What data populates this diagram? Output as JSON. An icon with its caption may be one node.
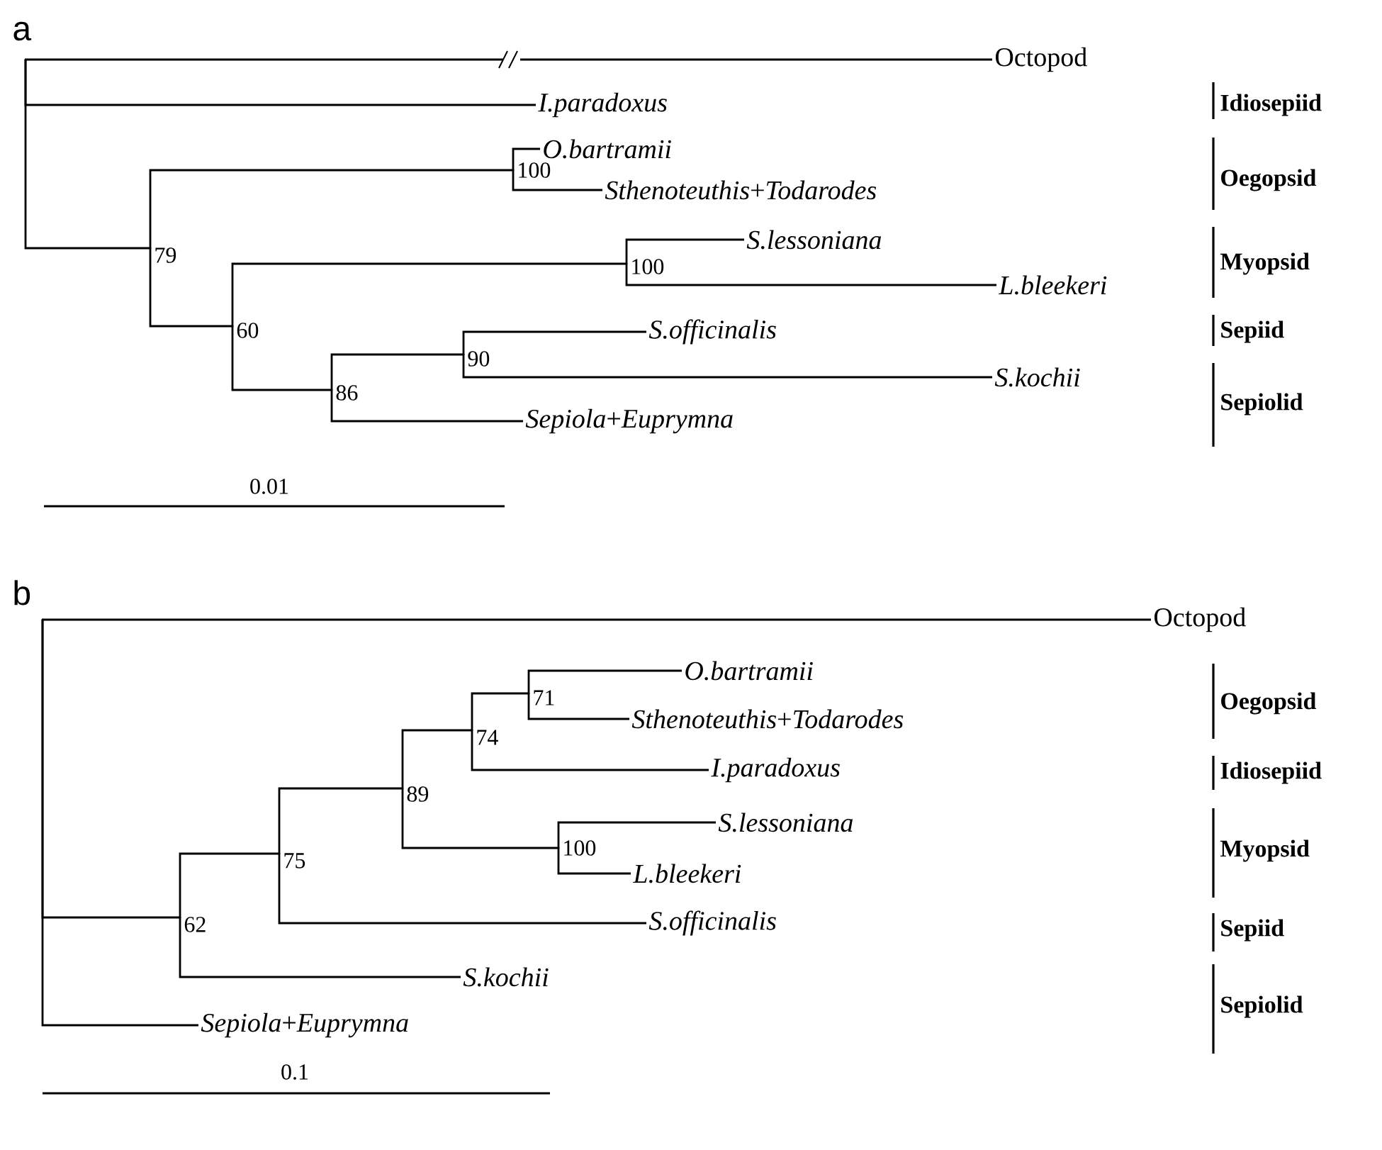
{
  "diagram": {
    "nodes": [
      {
        "text": [],
        "shape": "point"
      },
      {
        "text": [
          "Octopod"
        ]
      },
      {
        "text": [
          "I.paradoxus"
        ]
      },
      {
        "text": [],
        "shape": "point",
        "beside": [
          "79"
        ]
      },
      {
        "text": [],
        "shape": "point",
        "beside": [
          "100"
        ]
      },
      {
        "text": [
          "O.bartramii"
        ]
      },
      {
        "text": [
          "*Sthenoteuthis*+*Todarodes*"
        ]
      },
      {
        "text": [],
        "shape": "point",
        "beside": [
          "60"
        ]
      },
      {
        "text": [],
        "shape": "point",
        "beside": [
          "100"
        ]
      },
      {
        "text": [
          "S.lessoniana"
        ]
      },
      {
        "text": [
          "L.bleekeri"
        ]
      },
      {
        "text": [],
        "shape": "point",
        "beside": [
          "86"
        ]
      },
      {
        "text": [],
        "shape": "point",
        "beside": [
          "90"
        ]
      },
      {
        "text": [
          "S.officinalis"
        ]
      },
      {
        "text": [
          "S.kochii"
        ]
      },
      {
        "text": [
          "*Sepiola*+*Euprymna*"
        ]
      },
      {
        "text": [],
        "shape": "point"
      },
      {
        "text": [
          "Octopod"
        ]
      },
      {
        "text": [],
        "shape": "point",
        "beside": [
          "62"
        ]
      },
      {
        "text": [],
        "shape": "point",
        "beside": [
          "75"
        ]
      },
      {
        "text": [],
        "shape": "point",
        "beside": [
          "89"
        ]
      },
      {
        "text": [],
        "shape": "point",
        "beside": [
          "74"
        ]
      },
      {
        "text": [],
        "shape": "point",
        "beside": [
          "71"
        ]
      },
      {
        "text": [
          "O.bartramii"
        ]
      },
      {
        "text": [
          "*Sthenoteuthis*+*Todarodes*"
        ]
      },
      {
        "text": [
          "I.paradoxus"
        ]
      },
      {
        "text": [],
        "shape": "point",
        "beside": [
          "100"
        ]
      },
      {
        "text": [
          "S.lessoniana"
        ]
      },
      {
        "text": [
          "L.bleekeri"
        ]
      },
      {
        "text": [
          "S.officinalis"
        ]
      },
      {
        "text": [
          "S.kochii"
        ]
      },
      {
        "text": [
          "*Sepiola*+*Euprymna*"
        ]
      }
    ],
    "edges": [
      {
        "from": 0,
        "to": 1,
        "arrow": "none"
      },
      {
        "from": 0,
        "to": 2,
        "arrow": "none"
      },
      {
        "from": 0,
        "to": 3,
        "arrow": "none"
      },
      {
        "from": 3,
        "to": 4,
        "arrow": "none"
      },
      {
        "from": 4,
        "to": 5,
        "arrow": "none"
      },
      {
        "from": 4,
        "to": 6,
        "arrow": "none"
      },
      {
        "from": 3,
        "to": 7,
        "arrow": "none"
      },
      {
        "from": 7,
        "to": 8,
        "arrow": "none"
      },
      {
        "from": 8,
        "to": 9,
        "arrow": "none"
      },
      {
        "from": 8,
        "to": 10,
        "arrow": "none"
      },
      {
        "from": 7,
        "to": 11,
        "arrow": "none"
      },
      {
        "from": 11,
        "to": 12,
        "arrow": "none"
      },
      {
        "from": 12,
        "to": 13,
        "arrow": "none"
      },
      {
        "from": 12,
        "to": 14,
        "arrow": "none"
      },
      {
        "from": 11,
        "to": 15,
        "arrow": "none"
      },
      {
        "from": 16,
        "to": 17,
        "arrow": "none"
      },
      {
        "from": 16,
        "to": 18,
        "arrow": "none"
      },
      {
        "from": 16,
        "to": 31,
        "arrow": "none"
      },
      {
        "from": 18,
        "to": 19,
        "arrow": "none"
      },
      {
        "from": 18,
        "to": 30,
        "arrow": "none"
      },
      {
        "from": 19,
        "to": 20,
        "arrow": "none"
      },
      {
        "from": 19,
        "to": 29,
        "arrow": "none"
      },
      {
        "from": 20,
        "to": 21,
        "arrow": "none"
      },
      {
        "from": 20,
        "to": 26,
        "arrow": "none"
      },
      {
        "from": 21,
        "to": 22,
        "arrow": "none"
      },
      {
        "from": 21,
        "to": 25,
        "arrow": "none"
      },
      {
        "from": 22,
        "to": 23,
        "arrow": "none"
      },
      {
        "from": 22,
        "to": 24,
        "arrow": "none"
      },
      {
        "from": 26,
        "to": 27,
        "arrow": "none"
      },
      {
        "from": 26,
        "to": 28,
        "arrow": "none"
      }
    ],
    "labels": [
      "a",
      "Idiosepiid",
      "Oegopsid",
      "Myopsid",
      "Sepiid",
      "Sepiolid",
      "0.01",
      "b",
      "Oegopsid",
      "Idiosepiid",
      "Myopsid",
      "Sepiid",
      "Sepiolid",
      "0.1"
    ]
  }
}
